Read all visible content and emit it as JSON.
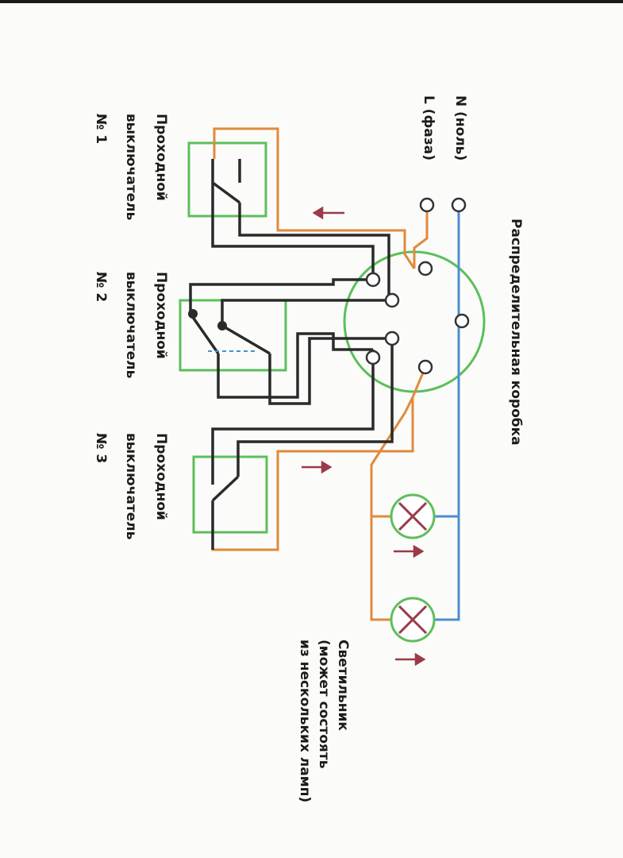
{
  "junction_box": {
    "label": "Распределительная коробка"
  },
  "mains": {
    "neutral_label": "N (ноль)",
    "phase_label": "L (фаза)"
  },
  "switch_1": {
    "line1": "Проходной",
    "line2": "выключатель",
    "line3": "№ 1"
  },
  "switch_2": {
    "line1": "Проходной",
    "line2": "выключатель",
    "line3": "№ 2"
  },
  "switch_3": {
    "line1": "Проходной",
    "line2": "выключатель",
    "line3": "№ 3"
  },
  "luminaire": {
    "line1": "Светильник",
    "line2": "(может состоять",
    "line3": "из нескольких ламп)"
  },
  "colors": {
    "neutral_wire": "#4a8fd0",
    "phase_wire": "#e08a3c",
    "switch_wire": "#2a2a2a",
    "box_outline": "#5cbf5a",
    "lamp_cross": "#9a3a4a",
    "arrow": "#9a3a4a"
  }
}
